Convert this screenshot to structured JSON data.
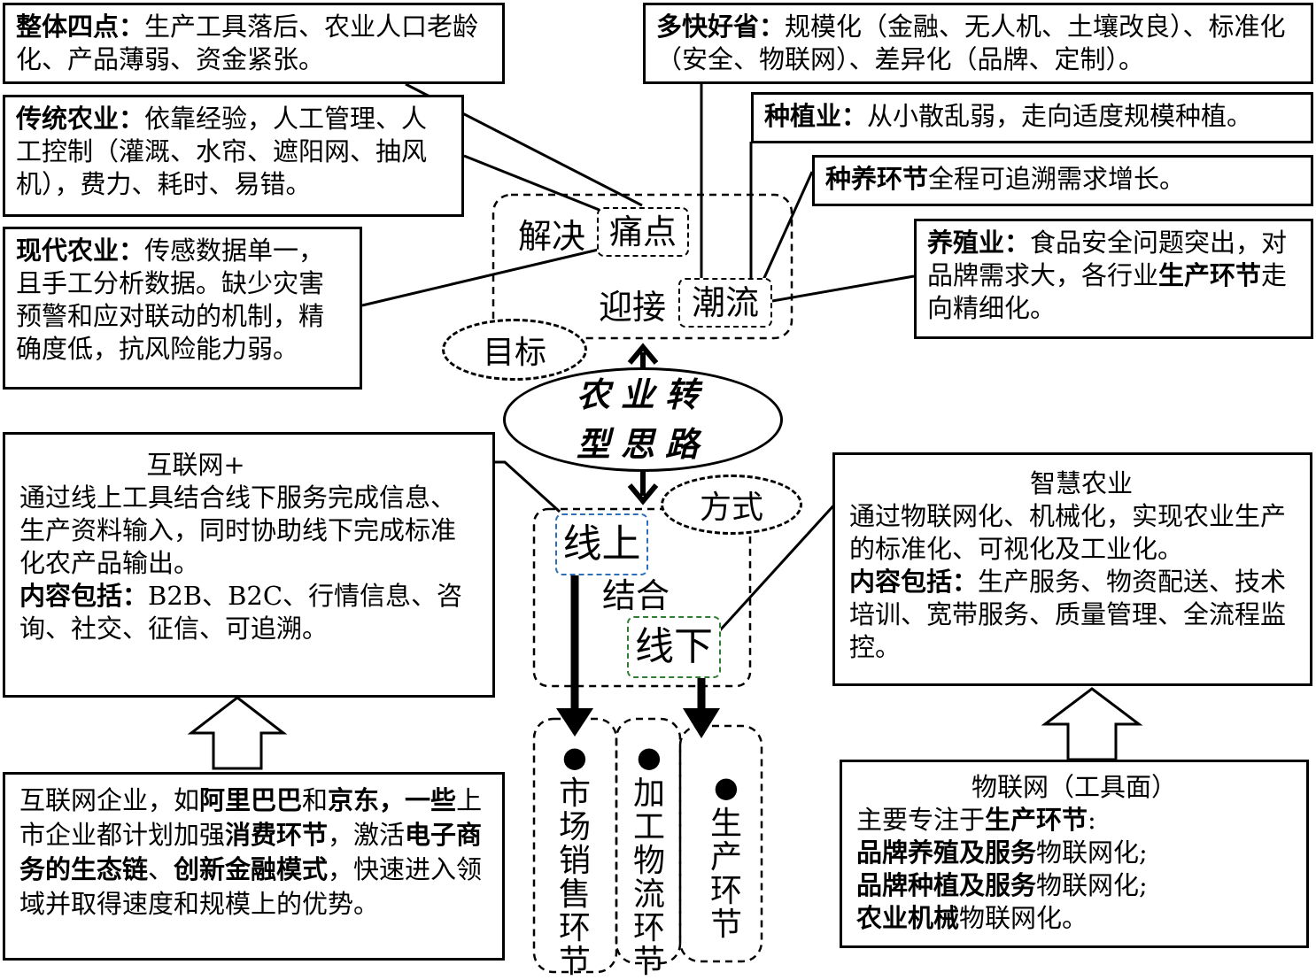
{
  "center": {
    "line1": "农业转",
    "line2": "型思路"
  },
  "goal": {
    "ellipse": "目标",
    "solve": "解决",
    "pain_point": "痛点",
    "embrace": "迎接",
    "trend": "潮流"
  },
  "method": {
    "ellipse": "方式",
    "online": "线上",
    "combine": "结合",
    "offline": "线下"
  },
  "top_left_boxes": [
    {
      "head": "整体四点：",
      "text": "生产工具落后、农业人口老龄化、产品薄弱、资金紧张。"
    },
    {
      "head": "传统农业：",
      "text": "依靠经验，人工管理、人工控制（灌溉、水帘、遮阳网、抽风机），费力、耗时、易错。"
    },
    {
      "head": "现代农业：",
      "text": "传感数据单一，且手工分析数据。缺少灾害预警和应对联动的机制，精确度低，抗风险能力弱。"
    }
  ],
  "top_right_boxes": [
    {
      "head": "多快好省：",
      "text": "规模化（金融、无人机、土壤改良）、标准化（安全、物联网）、差异化（品牌、定制）。"
    },
    {
      "head": "种植业：",
      "text": "从小散乱弱，走向适度规模种植。"
    },
    {
      "head": "种养环节",
      "text": "全程可追溯需求增长。"
    },
    {
      "head": "养殖业：",
      "text": "食品安全问题突出，对品牌需求大，各行业",
      "bold2": "生产环节",
      "tail": "走向精细化。"
    }
  ],
  "internet_box": {
    "title": "互联网+",
    "desc": "通过线上工具结合线下服务完成信息、生产资料输入，同时协助线下完成标准化农产品输出。",
    "content_head": "内容包括：",
    "content": "B2B、B2C、行情信息、咨询、社交、征信、可追溯。"
  },
  "smart_box": {
    "title": "智慧农业",
    "desc": "通过物联网化、机械化，实现农业生产的标准化、可视化及工业化。",
    "content_head": "内容包括：",
    "content": "生产服务、物资配送、技术培训、宽带服务、质量管理、全流程监控。"
  },
  "internet_company_box": {
    "p1": "互联网企业，如",
    "b1": "阿里巴巴",
    "p2": "和",
    "b2": "京东，一些",
    "p3": "上市企业都计划加强",
    "b3": "消费环节",
    "p4": "，激活",
    "b4": "电子商务的生态链",
    "p5": "、",
    "b5": "创新金融模式",
    "p6": "，快速进入领域并取得速度和规模上的优势。"
  },
  "iot_box": {
    "title": "物联网（工具面）",
    "intro": "主要专注于",
    "intro_b": "生产环节",
    "intro_tail": ":",
    "items": [
      {
        "b": "品牌养殖及服务",
        "t": "物联网化;"
      },
      {
        "b": "品牌种植及服务",
        "t": "物联网化;"
      },
      {
        "b": "农业机械",
        "t": "物联网化。"
      }
    ]
  },
  "stages": [
    {
      "dot": "●",
      "text": "市场销售环节"
    },
    {
      "dot": "●",
      "text": "加工物流环节"
    },
    {
      "dot": "●",
      "text": "生产环节"
    }
  ]
}
